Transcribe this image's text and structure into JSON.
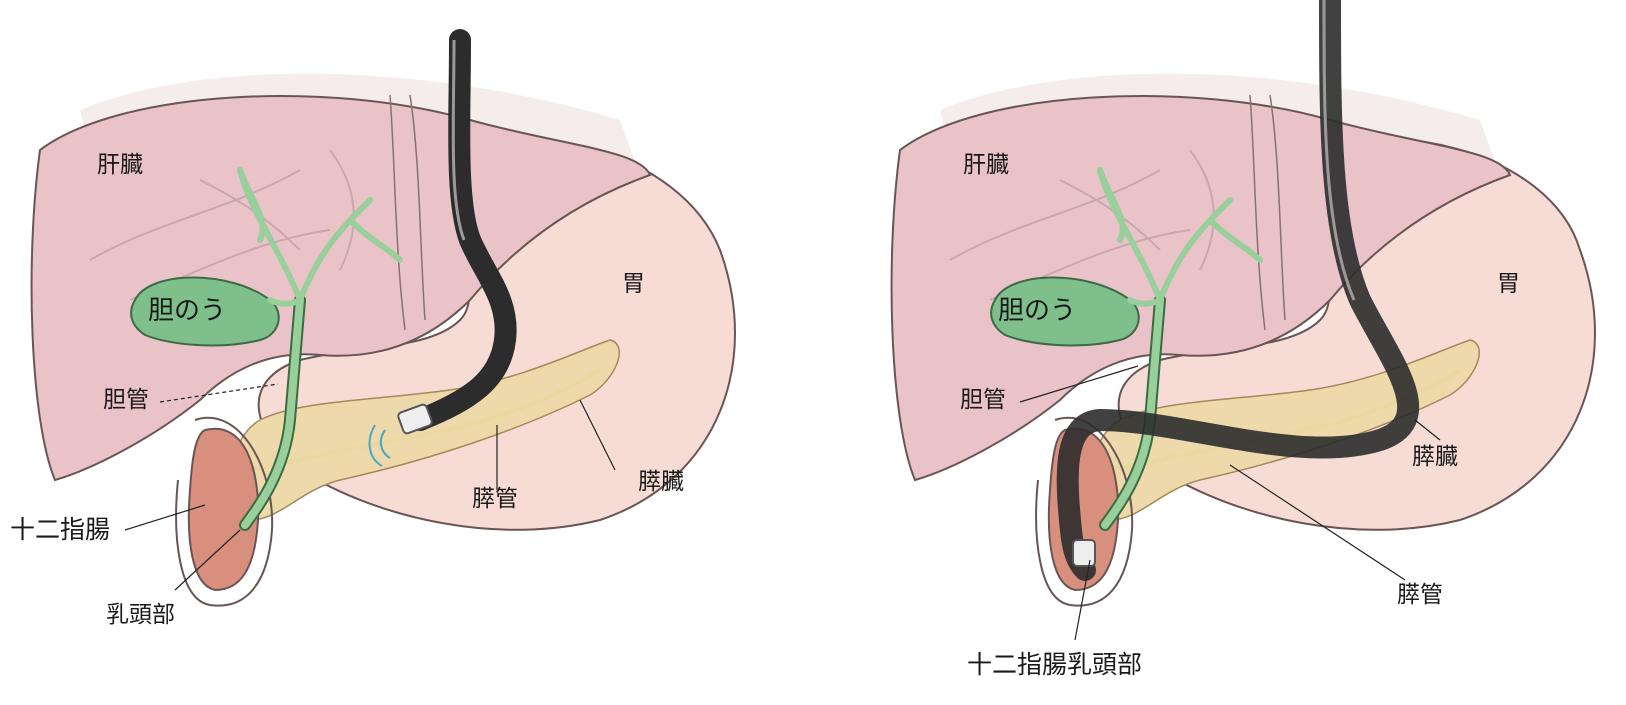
{
  "panels": [
    {
      "labels": {
        "liver": "肝臓",
        "gallbladder": "胆のう",
        "stomach": "胃",
        "bile_duct": "胆管",
        "pancreatic_duct": "膵管",
        "pancreas": "膵臓",
        "duodenum": "十二指腸",
        "papilla": "乳頭部"
      }
    },
    {
      "labels": {
        "liver": "肝臓",
        "gallbladder": "胆のう",
        "stomach": "胃",
        "bile_duct": "胆管",
        "pancreas": "膵臓",
        "pancreatic_duct": "膵管",
        "duodenal_papilla": "十二指腸乳頭部"
      }
    }
  ],
  "colors": {
    "liver": "#e9c3c7",
    "stomach": "#f6dcd4",
    "gallbladder": "#7fbf8c",
    "bile_duct": "#98cf9a",
    "pancreas": "#eed9aa",
    "duodenum": "#d98f7e",
    "scope": "#3a3a3a",
    "outline": "#5a4a4a"
  }
}
